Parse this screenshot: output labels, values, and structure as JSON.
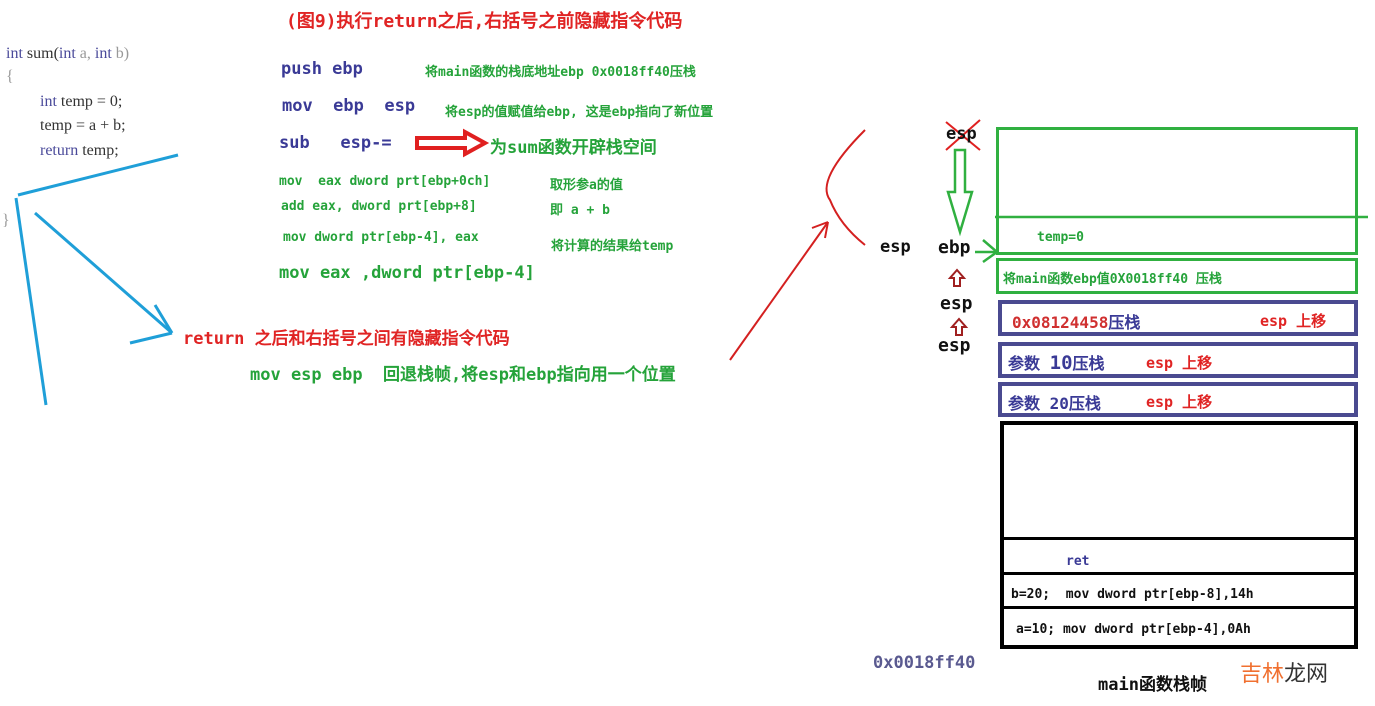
{
  "title": "(图9)执行return之后,右括号之前隐藏指令代码",
  "code": {
    "sig_kw1": "int",
    "sig_rest1": " sum(",
    "sig_kw2": "int",
    "sig_a": " a, ",
    "sig_kw3": "int",
    "sig_b": " b)",
    "open_brace": "{",
    "line1_kw": "int",
    "line1_rest": " temp = 0;",
    "line2": "temp = a + b;",
    "line3_kw": "return",
    "line3_rest": " temp;",
    "close_brace": "}"
  },
  "asm": [
    {
      "instr": "push ebp",
      "comment": "将main函数的栈底地址ebp 0x0018ff40压栈"
    },
    {
      "instr": "mov  ebp  esp",
      "comment": "将esp的值赋值给ebp, 这是ebp指向了新位置"
    },
    {
      "instr": "sub   esp-=",
      "comment": "为sum函数开辟栈空间"
    },
    {
      "instr": "mov  eax dword prt[ebp+0ch]",
      "comment": "取形参a的值"
    },
    {
      "instr": "add eax, dword prt[ebp+8]",
      "comment": "即 a + b"
    },
    {
      "instr": "mov dword ptr[ebp-4], eax",
      "comment": "将计算的结果给temp"
    },
    {
      "instr": "mov eax ,dword ptr[ebp-4]"
    }
  ],
  "return_note": "return 之后和右括号之间有隐藏指令代码",
  "hidden_instr": "mov esp ebp  回退栈帧,将esp和ebp指向用一个位置",
  "stack": {
    "temp": "temp=0",
    "saved_ebp": "将main函数ebp值0X0018ff40 压栈",
    "ret_addr": "0x08124458",
    "ret_push": "压栈",
    "param10_a": "参数",
    "param10_b": "10",
    "param10_c": "压栈",
    "param20": "参数 20压栈",
    "esp_up": "esp 上移",
    "ret": "ret",
    "b_line": "b=20;  mov dword ptr[ebp-8],14h",
    "a_line": "a=10; mov dword ptr[ebp-4],0Ah",
    "main_ebp_addr": "0x0018ff40",
    "frame_label": "main函数栈帧"
  },
  "pointers": {
    "esp": "esp",
    "ebp": "ebp"
  },
  "watermark": {
    "a": "吉林",
    "b": "龙网"
  },
  "colors": {
    "green": "#25a33a",
    "navy": "#3a3a96",
    "red": "#e02424",
    "cyan": "#1f9fd8"
  }
}
